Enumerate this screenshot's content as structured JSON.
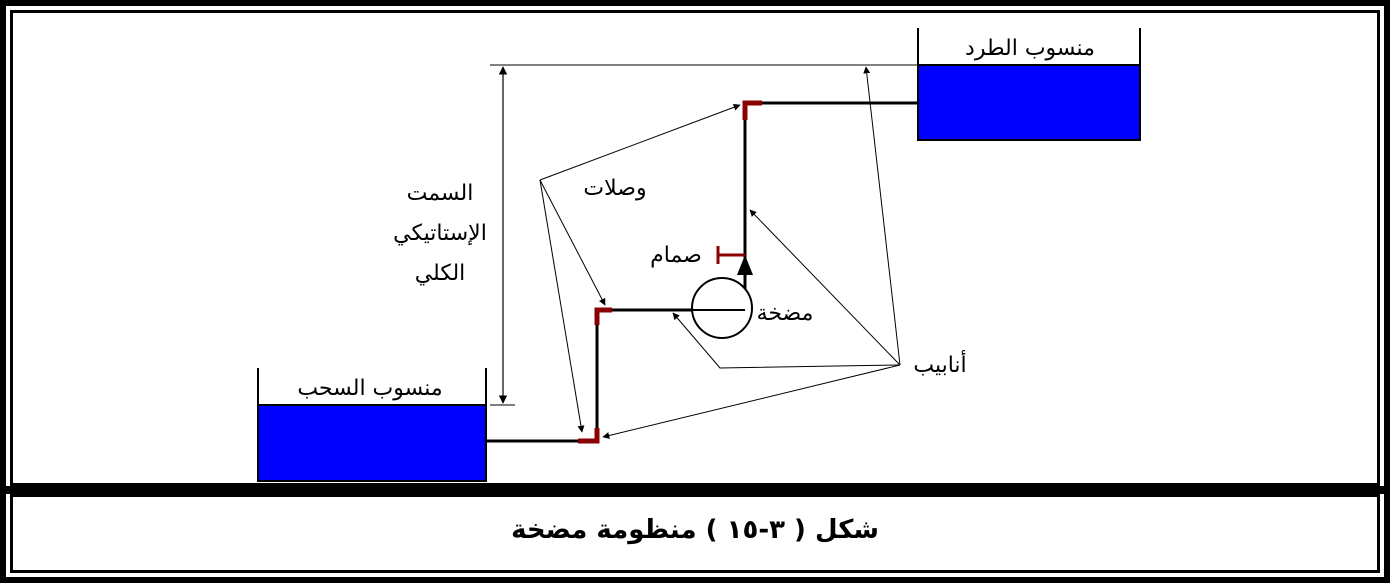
{
  "labels": {
    "discharge_level": "منسوب الطرد",
    "suction_level": "منسوب السحب",
    "static_head_line1": "السمت",
    "static_head_line2": "الإستاتيكي",
    "static_head_line3": "الكلي",
    "fittings": "وصلات",
    "valve": "صمام",
    "pump": "مضخة",
    "pipes": "أنابيب"
  },
  "caption": "شكل ( ٣-١٥ ) منظومة مضخة",
  "colors": {
    "water": "#0000ff",
    "fitting": "#8b0000",
    "valve": "#8b0000",
    "line": "#000000"
  }
}
